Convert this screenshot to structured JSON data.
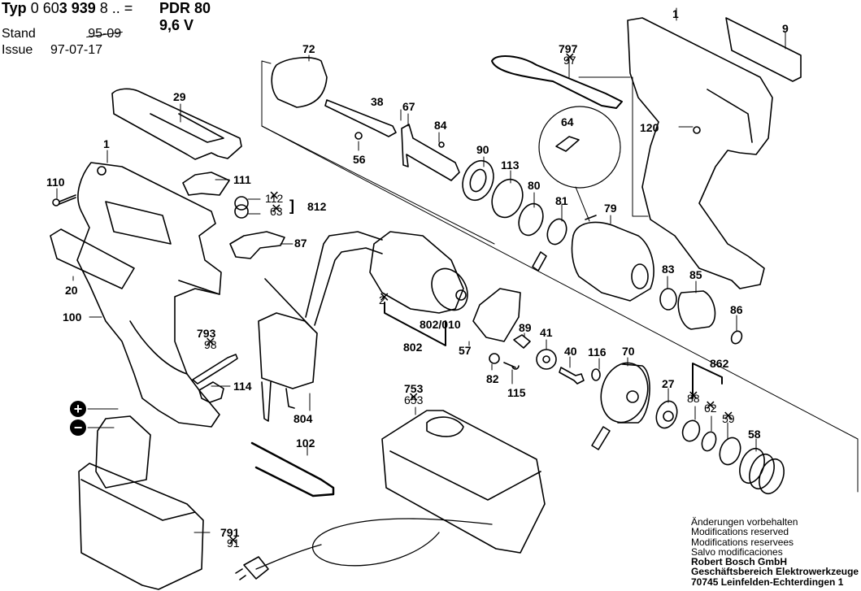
{
  "header": {
    "typ_label": "Typ",
    "typ_number_prefix": "0 60",
    "typ_number_bold": "3 939",
    "typ_number_suffix": "8 .. =",
    "model": "PDR 80",
    "voltage": "9,6 V",
    "stand_label": "Stand",
    "stand_value_struck": "95-09",
    "issue_label": "Issue",
    "issue_value": "97-07-17"
  },
  "parts": [
    {
      "id": "1",
      "struck": false
    },
    {
      "id": "9",
      "struck": false
    },
    {
      "id": "20",
      "struck": false
    },
    {
      "id": "27",
      "struck": false
    },
    {
      "id": "29",
      "struck": false
    },
    {
      "id": "38",
      "struck": false
    },
    {
      "id": "40",
      "struck": false
    },
    {
      "id": "41",
      "struck": false
    },
    {
      "id": "56",
      "struck": false
    },
    {
      "id": "57",
      "struck": false
    },
    {
      "id": "58",
      "struck": false
    },
    {
      "id": "64",
      "struck": false
    },
    {
      "id": "67",
      "struck": false
    },
    {
      "id": "70",
      "struck": false
    },
    {
      "id": "72",
      "struck": false
    },
    {
      "id": "79",
      "struck": false
    },
    {
      "id": "80",
      "struck": false
    },
    {
      "id": "81",
      "struck": false
    },
    {
      "id": "82",
      "struck": false
    },
    {
      "id": "83",
      "struck": false
    },
    {
      "id": "84",
      "struck": false
    },
    {
      "id": "85",
      "struck": false
    },
    {
      "id": "86",
      "struck": false
    },
    {
      "id": "87",
      "struck": false
    },
    {
      "id": "89",
      "struck": false
    },
    {
      "id": "90",
      "struck": false
    },
    {
      "id": "100",
      "struck": false
    },
    {
      "id": "102",
      "struck": false
    },
    {
      "id": "110",
      "struck": false
    },
    {
      "id": "111",
      "struck": false
    },
    {
      "id": "113",
      "struck": false
    },
    {
      "id": "114",
      "struck": false
    },
    {
      "id": "115",
      "struck": false
    },
    {
      "id": "116",
      "struck": false
    },
    {
      "id": "120",
      "struck": false
    },
    {
      "id": "753",
      "struck": false
    },
    {
      "id": "791",
      "struck": false
    },
    {
      "id": "793",
      "struck": false
    },
    {
      "id": "797",
      "struck": false
    },
    {
      "id": "802",
      "struck": false
    },
    {
      "id": "802/010",
      "struck": false
    },
    {
      "id": "804",
      "struck": false
    },
    {
      "id": "812",
      "struck": false
    },
    {
      "id": "862",
      "struck": false
    },
    {
      "id": "112",
      "struck": true
    },
    {
      "id": "63",
      "struck": true
    },
    {
      "id": "97",
      "struck": true
    },
    {
      "id": "2",
      "struck": true
    },
    {
      "id": "98",
      "struck": true
    },
    {
      "id": "653",
      "struck": true
    },
    {
      "id": "91",
      "struck": true
    },
    {
      "id": "88",
      "struck": true
    },
    {
      "id": "62",
      "struck": true
    },
    {
      "id": "59",
      "struck": true
    }
  ],
  "labels": {
    "l1a": "1",
    "l1b": "1",
    "l9": "9",
    "l20": "20",
    "l27": "27",
    "l29": "29",
    "l38": "38",
    "l40": "40",
    "l41": "41",
    "l56": "56",
    "l57": "57",
    "l58": "58",
    "l64": "64",
    "l67": "67",
    "l70": "70",
    "l72": "72",
    "l79": "79",
    "l80": "80",
    "l81": "81",
    "l82": "82",
    "l83": "83",
    "l84": "84",
    "l85": "85",
    "l86": "86",
    "l87": "87",
    "l89": "89",
    "l90": "90",
    "l100": "100",
    "l102": "102",
    "l110": "110",
    "l111": "111",
    "l113": "113",
    "l114": "114",
    "l115": "115",
    "l116": "116",
    "l120": "120",
    "l753": "753",
    "l791": "791",
    "l793": "793",
    "l797": "797",
    "l802": "802",
    "l802010": "802/010",
    "l804": "804",
    "l812": "812",
    "l862": "862",
    "s112": "112",
    "s63": "63",
    "s97": "97",
    "s2": "2",
    "s98": "98",
    "s653": "653",
    "s91": "91",
    "s88": "88",
    "s62": "62",
    "s59": "59"
  },
  "polarity": {
    "plus": "+",
    "minus": "−"
  },
  "footer": {
    "line1": "Änderungen vorbehalten",
    "line2": "Modifications reserved",
    "line3": "Modifications reservees",
    "line4": "Salvo modificaciones",
    "company": "Robert Bosch GmbH",
    "division": "Geschäftsbereich Elektrowerkzeuge",
    "address": "70745 Leinfelden-Echterdingen 1"
  }
}
